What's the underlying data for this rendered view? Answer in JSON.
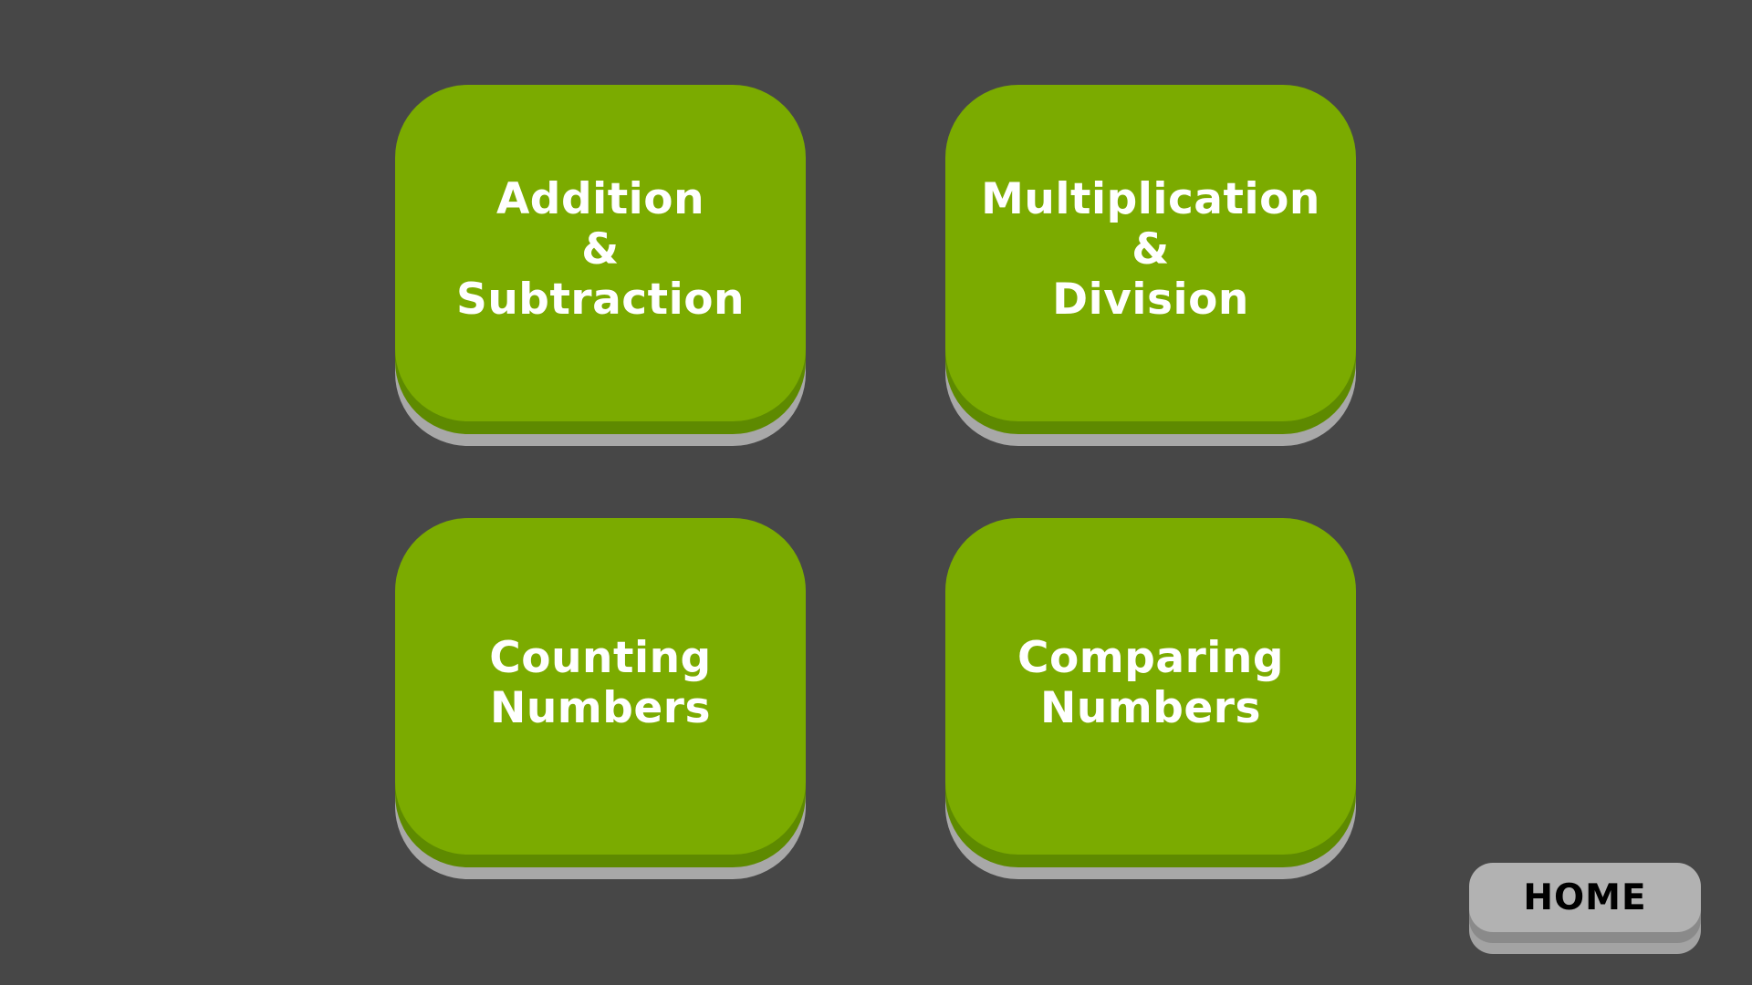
{
  "colors": {
    "background": "#474747",
    "tile_face": "#7bab00",
    "tile_depth": "#5e8a00",
    "tile_shadow": "#a8a8a8",
    "tile_text": "#ffffff",
    "home_face": "#b2b2b2",
    "home_text": "#000000"
  },
  "menu": {
    "tiles": [
      {
        "lines": [
          "Addition",
          "&",
          "Subtraction"
        ]
      },
      {
        "lines": [
          "Multiplication",
          "&",
          "Division"
        ]
      },
      {
        "lines": [
          "Counting",
          "Numbers"
        ]
      },
      {
        "lines": [
          "Comparing",
          "Numbers"
        ]
      }
    ]
  },
  "home": {
    "label": "HOME"
  }
}
